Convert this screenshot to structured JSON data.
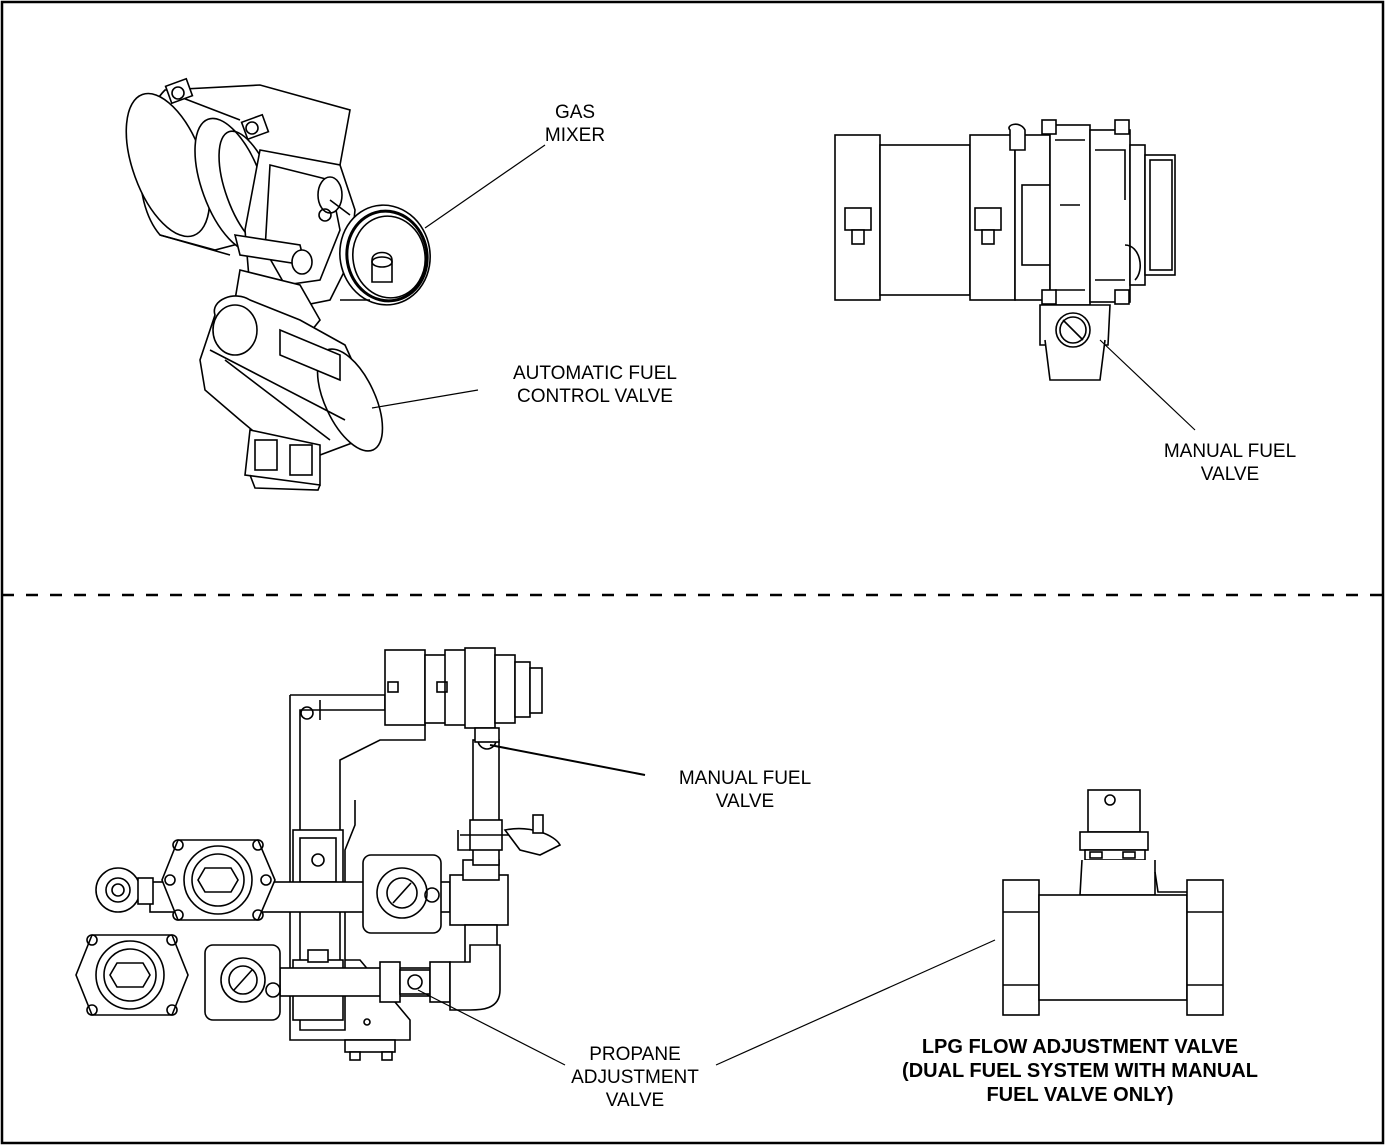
{
  "labels": {
    "gas_mixer": [
      "GAS",
      "MIXER"
    ],
    "automatic_fuel_control_valve": [
      "AUTOMATIC FUEL",
      "CONTROL VALVE"
    ],
    "manual_fuel_valve_top": [
      "MANUAL FUEL",
      "VALVE"
    ],
    "manual_fuel_valve_bottom": [
      "MANUAL FUEL",
      "VALVE"
    ],
    "propane_adjustment_valve": [
      "PROPANE",
      "ADJUSTMENT",
      "VALVE"
    ],
    "lpg_flow_adjustment_valve": [
      "LPG FLOW ADJUSTMENT VALVE",
      "(DUAL FUEL SYSTEM WITH MANUAL",
      "FUEL VALVE ONLY)"
    ]
  }
}
